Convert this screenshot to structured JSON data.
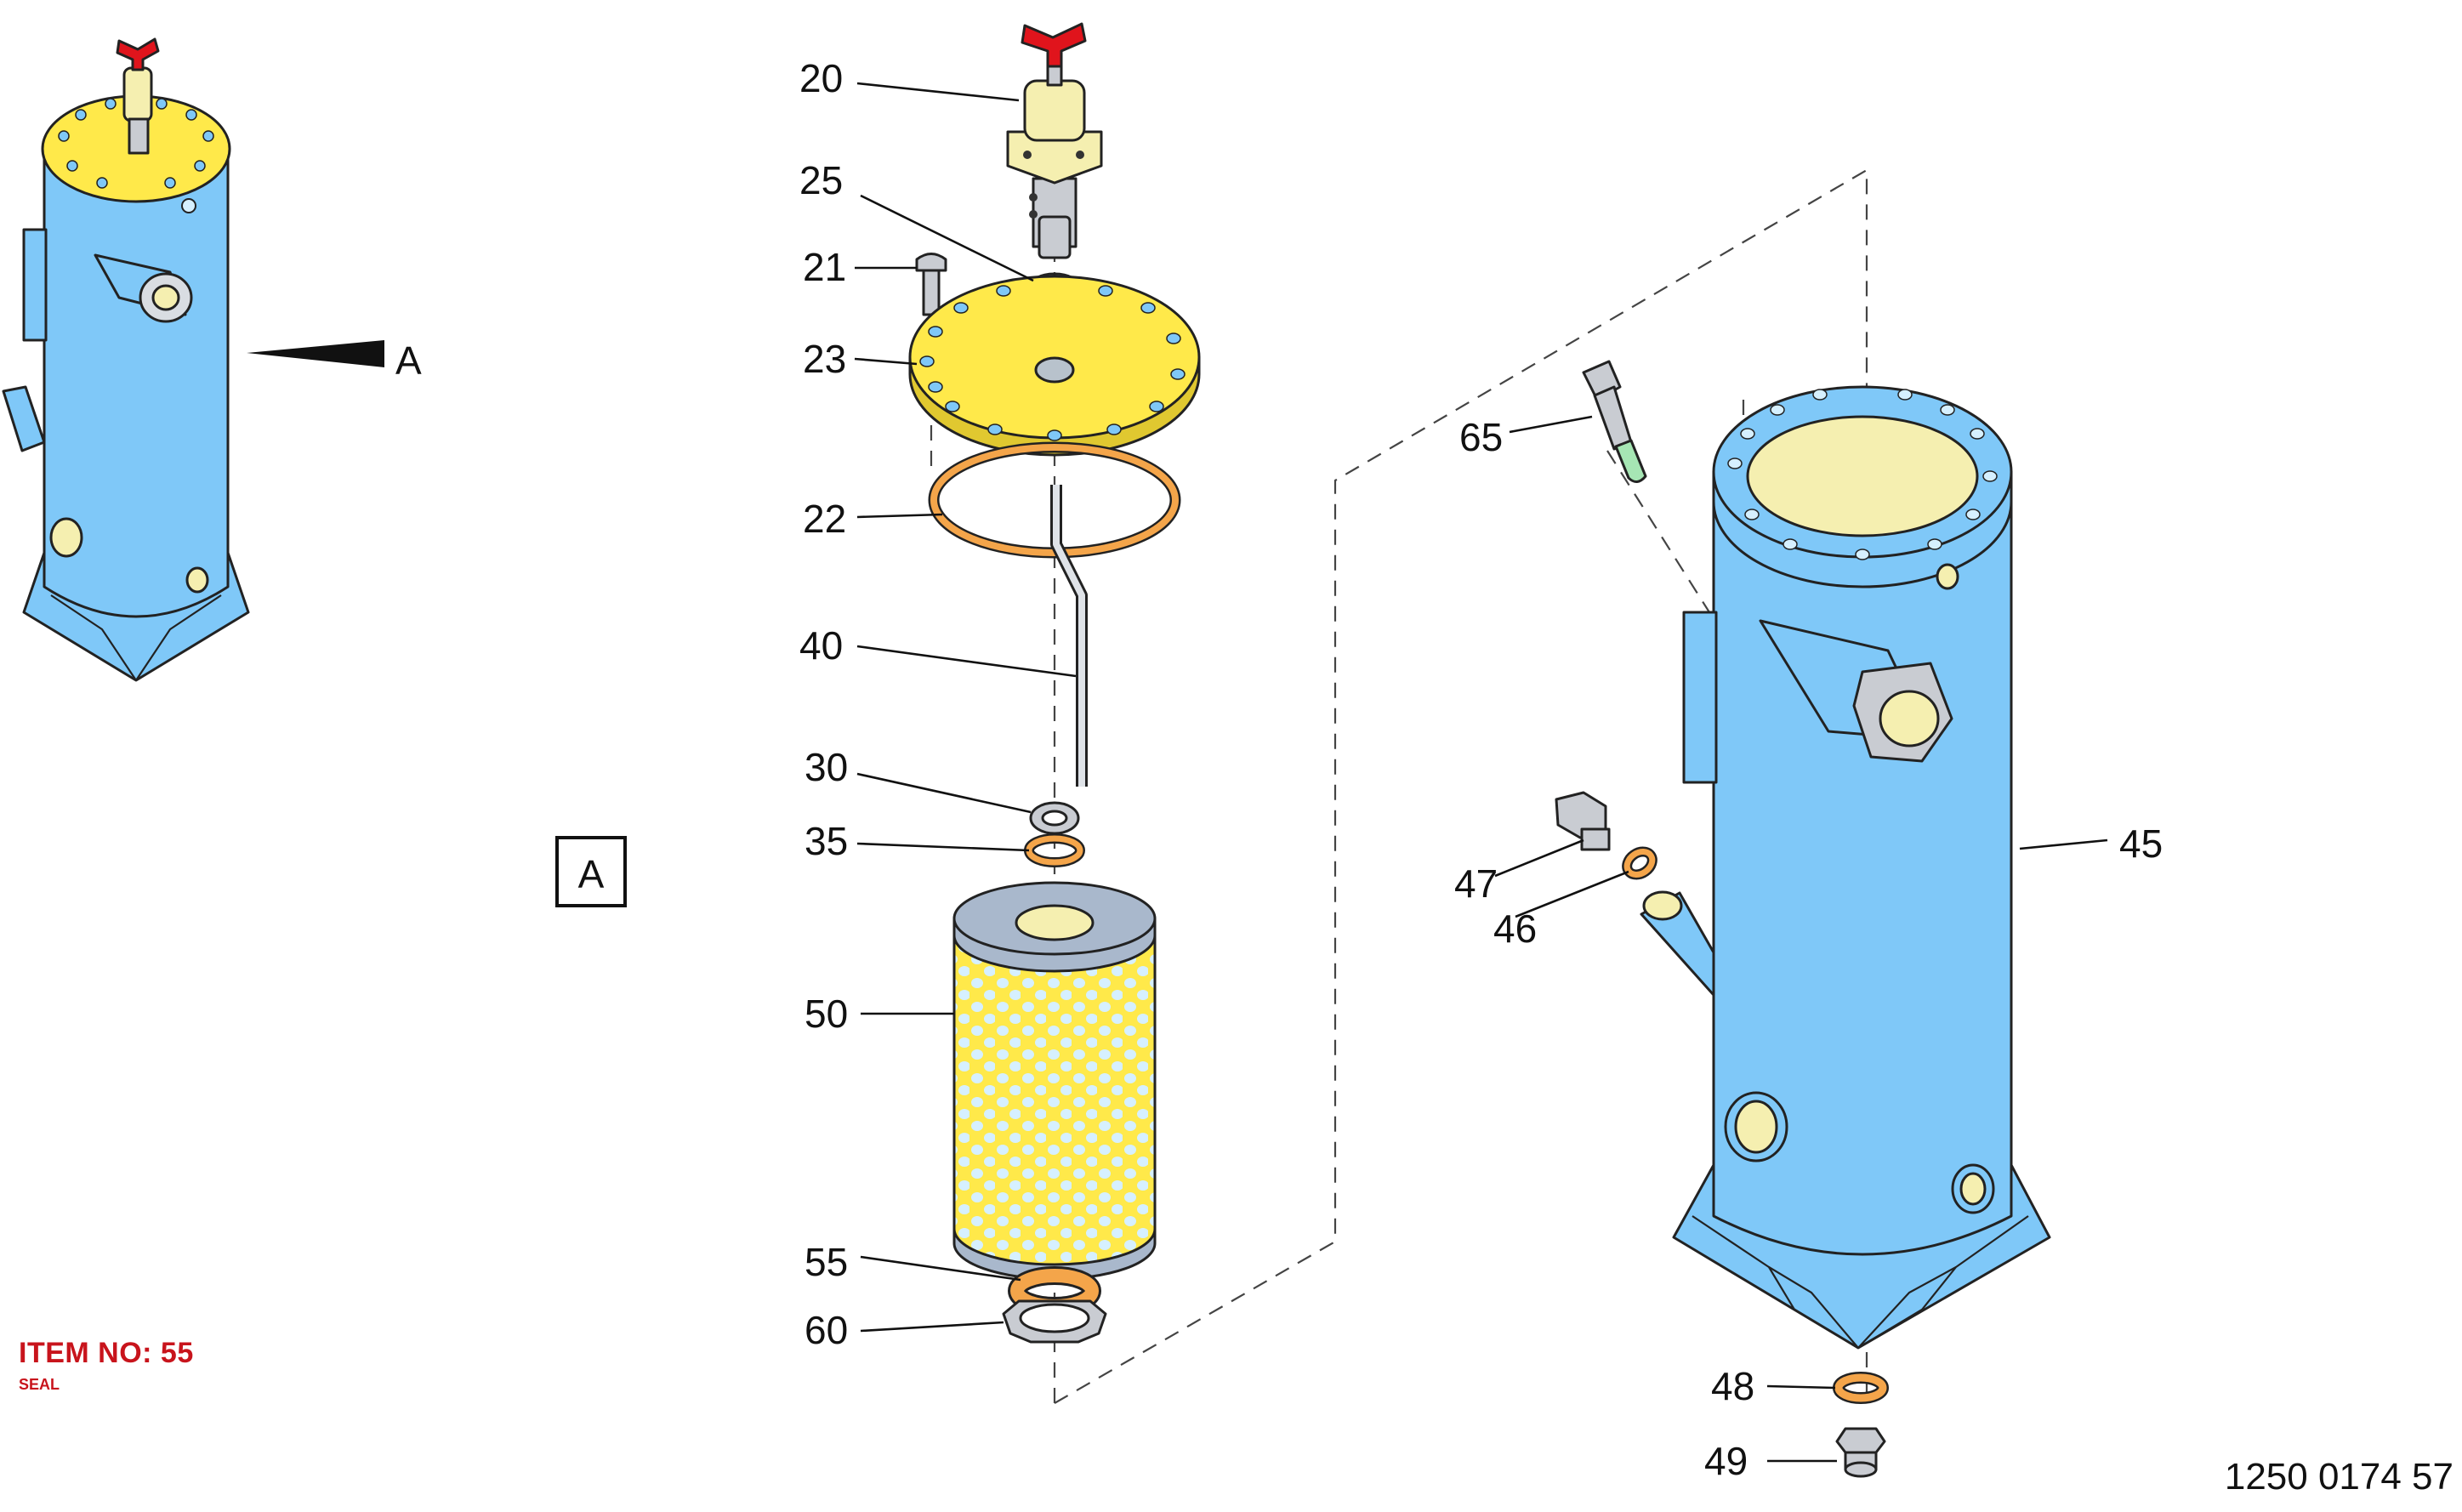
{
  "view_label": "A",
  "arrow_label": "A",
  "item_title": "ITEM NO: 55",
  "item_subtitle": "SEAL",
  "drawing_number": "1250 0174 57",
  "colors": {
    "housing_blue": "#7fc8f8",
    "cover_yellow": "#ffe94a",
    "seal_orange": "#f4a54a",
    "handle_red": "#e0141c",
    "valve_cream": "#f5efb0",
    "filter_grey": "#a9b8cc",
    "filter_holes": "#d6f0ff",
    "stub_green": "#a6e6b4"
  },
  "callouts": {
    "c20": "20",
    "c25": "25",
    "c21": "21",
    "c23": "23",
    "c22": "22",
    "c40": "40",
    "c30": "30",
    "c35": "35",
    "c50": "50",
    "c55": "55",
    "c60": "60",
    "c65": "65",
    "c47": "47",
    "c46": "46",
    "c45": "45",
    "c48": "48",
    "c49": "49"
  }
}
